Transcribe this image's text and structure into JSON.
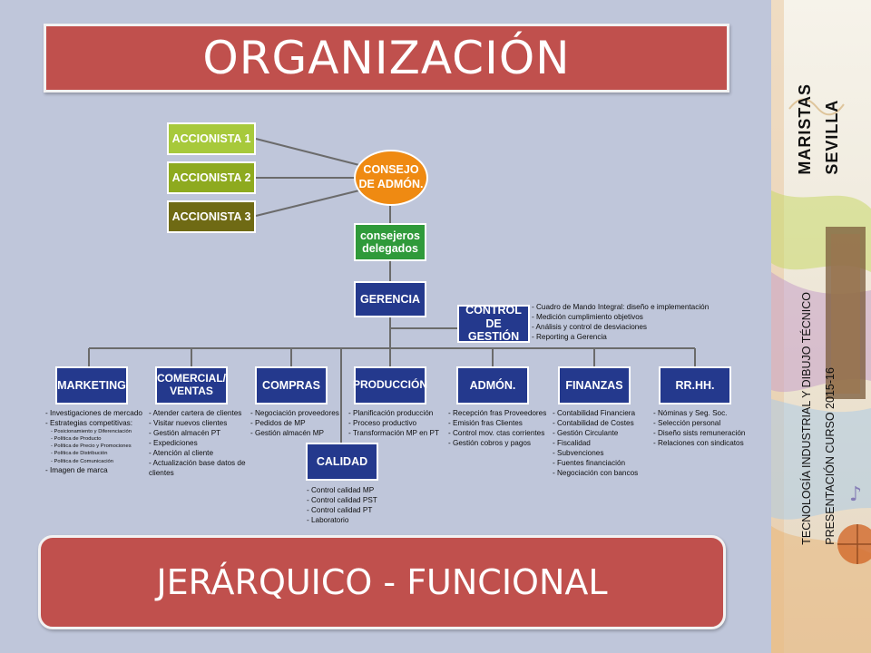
{
  "title": "ORGANIZACIÓN",
  "subtitle": "JERÁRQUICO - FUNCIONAL",
  "brand": {
    "line1": "MARISTAS",
    "line2": "SEVILLA"
  },
  "course": {
    "line1": "TECNOLOGÍA INDUSTRIAL Y DIBUJO TÉCNICO",
    "line2": "PRESENTACIÓN CURSO 2015-16"
  },
  "colors": {
    "accent_red": "#c0504d",
    "navy": "#24398d",
    "orange": "#ef8a12",
    "background": "#bfc6da"
  },
  "org": {
    "shareholders": [
      "ACCIONISTA 1",
      "ACCIONISTA 2",
      "ACCIONISTA 3"
    ],
    "board": {
      "line1": "CONSEJO",
      "line2": "DE ADMÓN."
    },
    "delegates": {
      "line1": "consejeros",
      "line2": "delegados"
    },
    "management": "GERENCIA",
    "control": {
      "line1": "CONTROL",
      "line2": "DE GESTIÓN",
      "items": [
        "- Cuadro de Mando Integral: diseño e implementación",
        "- Medición cumplimiento objetivos",
        "- Análisis y control de desviaciones",
        "- Reporting a Gerencia"
      ]
    },
    "departments": [
      {
        "name": "MARKETING",
        "items": [
          "- Investigaciones de mercado",
          "- Estrategias competitivas:"
        ],
        "subitems": [
          "- Posicionamiento y Diferenciación",
          "- Política de Producto",
          "- Política de Precio y Promociones",
          "- Política de Distribución",
          "- Política de Comunicación"
        ],
        "footer": "- Imagen de marca"
      },
      {
        "name_line1": "COMERCIAL/",
        "name_line2": "VENTAS",
        "items": [
          "- Atender cartera de clientes",
          "- Visitar nuevos clientes",
          "- Gestión almacén PT",
          "- Expediciones",
          "- Atención al cliente",
          "- Actualización base datos de",
          "clientes"
        ]
      },
      {
        "name": "COMPRAS",
        "items": [
          "- Negociación proveedores",
          "- Pedidos de MP",
          "- Gestión almacén MP"
        ]
      },
      {
        "name": "PRODUCCIÓN",
        "items": [
          "- Planificación producción",
          "- Proceso productivo",
          "- Transformación MP en PT"
        ]
      },
      {
        "name": "ADMÓN.",
        "items": [
          "- Recepción fras Proveedores",
          "- Emisión fras Clientes",
          "- Control mov. ctas corrientes",
          "- Gestión cobros y pagos"
        ]
      },
      {
        "name": "FINANZAS",
        "items": [
          "- Contabilidad Financiera",
          "- Contabilidad de Costes",
          "- Gestión Circulante",
          "- Fiscalidad",
          "- Subvenciones",
          "- Fuentes financiación",
          "- Negociación con bancos"
        ]
      },
      {
        "name": "RR.HH.",
        "items": [
          "- Nóminas y Seg. Soc.",
          "- Selección personal",
          "- Diseño sists remuneración",
          "- Relaciones con sindicatos"
        ]
      },
      {
        "name": "CALIDAD",
        "items": [
          "- Control calidad MP",
          "- Control calidad PST",
          "- Control calidad PT",
          "- Laboratorio"
        ]
      }
    ]
  }
}
